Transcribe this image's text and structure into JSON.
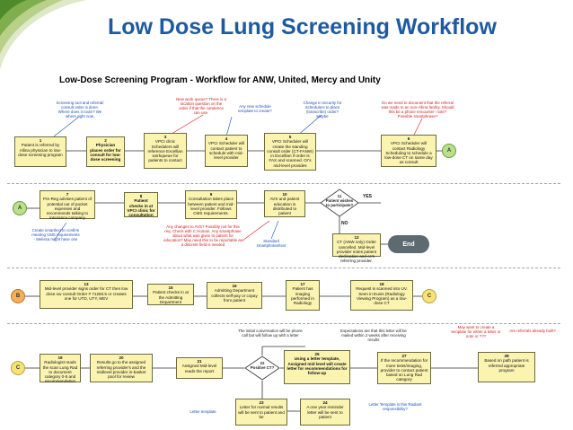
{
  "title": "Low Dose Lung Screening Workflow",
  "subtitle": "Low-Dose Screening Program - Workflow for ANW, United, Mercy and Unity",
  "connectors": {
    "a": "A",
    "b": "B",
    "c": "C"
  },
  "row1": {
    "steps": [
      {
        "num": "1",
        "text": "Patient is referred by Allina physician to low-dose screening program"
      },
      {
        "num": "2",
        "text": "Physician places order for consult for low-dose screening"
      },
      {
        "num": "3",
        "text": "VPCI clinic Schedulers will reference Excellian workqueue for patients to contact"
      },
      {
        "num": "4",
        "text": "VPCI Scheduler will contact patient to schedule with mid-level provider"
      },
      {
        "num": "5",
        "text": "VPCI Scheduler will create the standing consult order (CT-FANW) in Excellian if order is FAX and scanned. Or's mid-level provides"
      },
      {
        "num": "6",
        "text": "VPCI Scheduler will contact Radiology Scheduling to schedule a low-dose CT on same day as consult"
      }
    ],
    "notes": [
      {
        "color": "blue",
        "text": "Screening tool and referral/ consult order is done. Where does it route? We where right now."
      },
      {
        "color": "red",
        "text": "New work queue? There is a location question on the order if that the candence can use."
      },
      {
        "color": "blue",
        "text": "Any new schedule template to create?"
      },
      {
        "color": "blue",
        "text": "Change in security for Schedulers to place (transcribe) order? Maybe"
      },
      {
        "color": "red",
        "text": "Do we need to document that the referral was made to an non-Allina facility. Should this be a phone encounter- note? Possible smartphrase?"
      }
    ]
  },
  "row2": {
    "steps": [
      {
        "num": "7",
        "text": "Pre-Reg advises patient of potential out of pocket expenses and recommends talking to insurance company"
      },
      {
        "num": "8",
        "text": "Patient checks in at VPCI clinic for consultation"
      },
      {
        "num": "9",
        "text": "Consultation takes place between patient and mid-level provider. Follows CMS requirements."
      },
      {
        "num": "10",
        "text": "AVS and patient education is distributed to patient"
      },
      {
        "num": "11",
        "text": "Patient wishes to participate?"
      },
      {
        "num": "12",
        "text": "CT (ANW only) Order cancelled. Mid-level provider notes patient declination and cc's referring provider."
      }
    ],
    "yes_label": "YES",
    "no_label": "NO",
    "end_label": "End",
    "notes": [
      {
        "color": "blue",
        "text": "Create smartlext to confirm meeting CMS requirements - Melissa might have one"
      },
      {
        "color": "red",
        "text": "Any changes to AVS? Possibly not for this req. Check with C Homan. Any smartphrase about what was given to patient for education? May need this to be reportable as a discrete field is needed"
      },
      {
        "color": "blue",
        "text": "Standard smartphrase/text"
      }
    ]
  },
  "row3": {
    "steps": [
      {
        "num": "13",
        "text": "Mid-level provider signs order for CT then low dose ow consult Order # 71250.5 or creates one for UTD, UTY, MEV"
      },
      {
        "num": "15",
        "text": "Patient checks in at the Admitting Department"
      },
      {
        "num": "16",
        "text": "Admitting Department collects self-pay or copay from patient"
      },
      {
        "num": "17",
        "text": "Patient has imaging performed in Radiology"
      },
      {
        "num": "18",
        "text": "Request is scanned into UV. Seen in Eunis (Radiology Viewing Program) as a low-dose CT"
      }
    ]
  },
  "row4": {
    "steps": [
      {
        "num": "19",
        "text": "Radiologist reads the scan Lung Rad to document category 0-5 and recommendation"
      },
      {
        "num": "20",
        "text": "Results go to the assigned referring provider's and the midlevel provider in-basket pool for review"
      },
      {
        "num": "21",
        "text": "Assigned Mid-level reads the report"
      },
      {
        "num": "22",
        "text": "Positive CT?"
      },
      {
        "num": "25",
        "text": "Using a letter template, Assigned mid level will create letter for recommendations for follow-up"
      },
      {
        "num": "27",
        "text": "If the recommendation for more tests/imaging, provider to contact patient based on Lung Rad category"
      },
      {
        "num": "28",
        "text": "Based on path patient is referred appropriate program"
      },
      {
        "num": "23",
        "text": "Letter for normal results will be sent to patient and be"
      },
      {
        "num": "24",
        "text": "A one year reminder letter will be sent to patient"
      }
    ],
    "notes": [
      {
        "color": "black",
        "text": "The initial conversation will be phone call but will follow up with a letter"
      },
      {
        "color": "black",
        "text": "Expectations are that this letter will be mailed within 2 weeks after receiving results"
      },
      {
        "color": "red",
        "text": "May want to create a template for either a letter or note or ???"
      },
      {
        "color": "red",
        "text": "Are referrals already built?"
      },
      {
        "color": "blue",
        "text": "Letter template"
      },
      {
        "color": "blue",
        "text": "Letter Template is this Radiant responsibility?"
      }
    ]
  }
}
